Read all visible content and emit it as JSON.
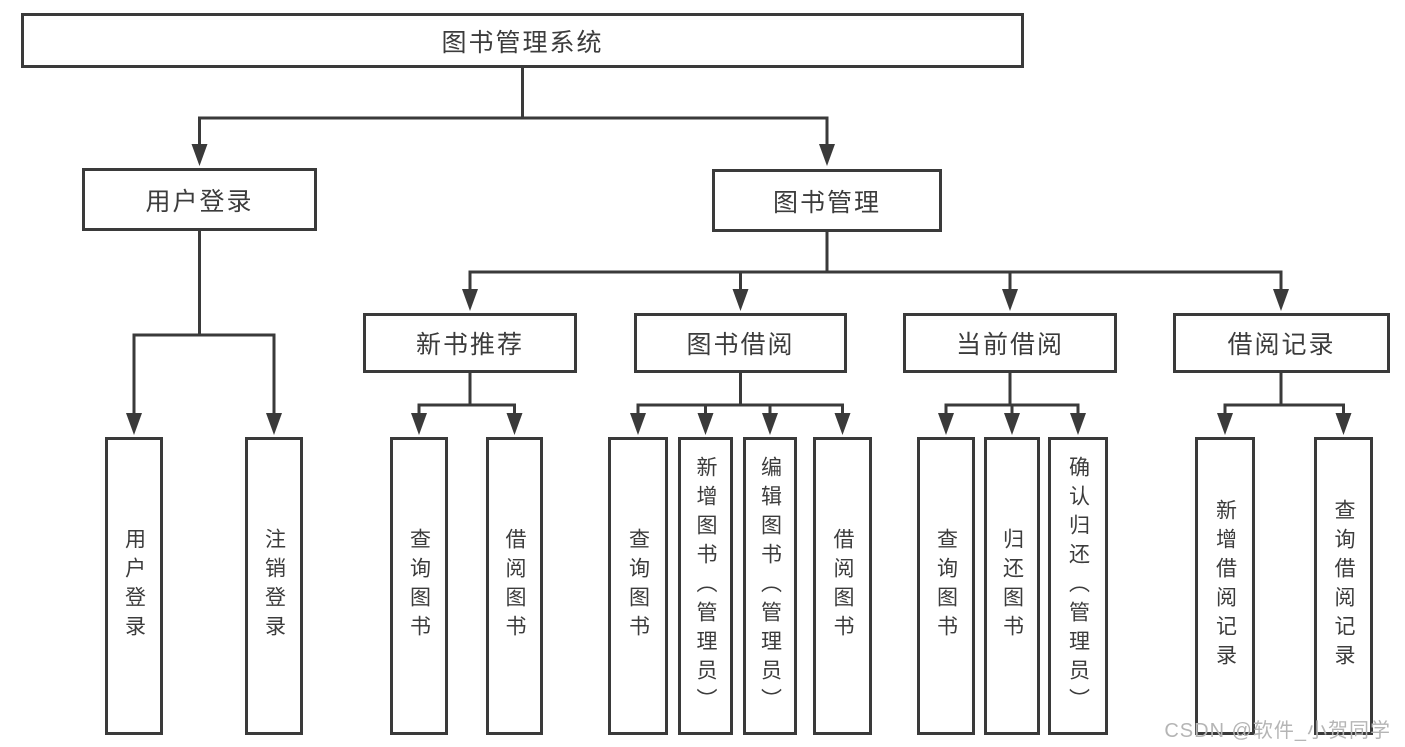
{
  "diagram": {
    "root": {
      "label": "图书管理系统"
    },
    "branches": [
      {
        "label": "用户登录",
        "children": [
          {
            "label": "用户登录"
          },
          {
            "label": "注销登录"
          }
        ]
      },
      {
        "label": "图书管理",
        "children": [
          {
            "label": "新书推荐",
            "children": [
              {
                "label": "查询图书"
              },
              {
                "label": "借阅图书"
              }
            ]
          },
          {
            "label": "图书借阅",
            "children": [
              {
                "label": "查询图书"
              },
              {
                "label": "新增图书（管理员）"
              },
              {
                "label": "编辑图书（管理员）"
              },
              {
                "label": "借阅图书"
              }
            ]
          },
          {
            "label": "当前借阅",
            "children": [
              {
                "label": "查询图书"
              },
              {
                "label": "归还图书"
              },
              {
                "label": "确认归还（管理员）"
              }
            ]
          },
          {
            "label": "借阅记录",
            "children": [
              {
                "label": "新增借阅记录"
              },
              {
                "label": "查询借阅记录"
              }
            ]
          }
        ]
      }
    ]
  },
  "watermark": {
    "text": "CSDN @软件_小贺同学"
  },
  "colors": {
    "line": "#3a3a3a",
    "text": "#3c3c3c",
    "background": "#ffffff",
    "watermark": "#b5b5b5"
  }
}
